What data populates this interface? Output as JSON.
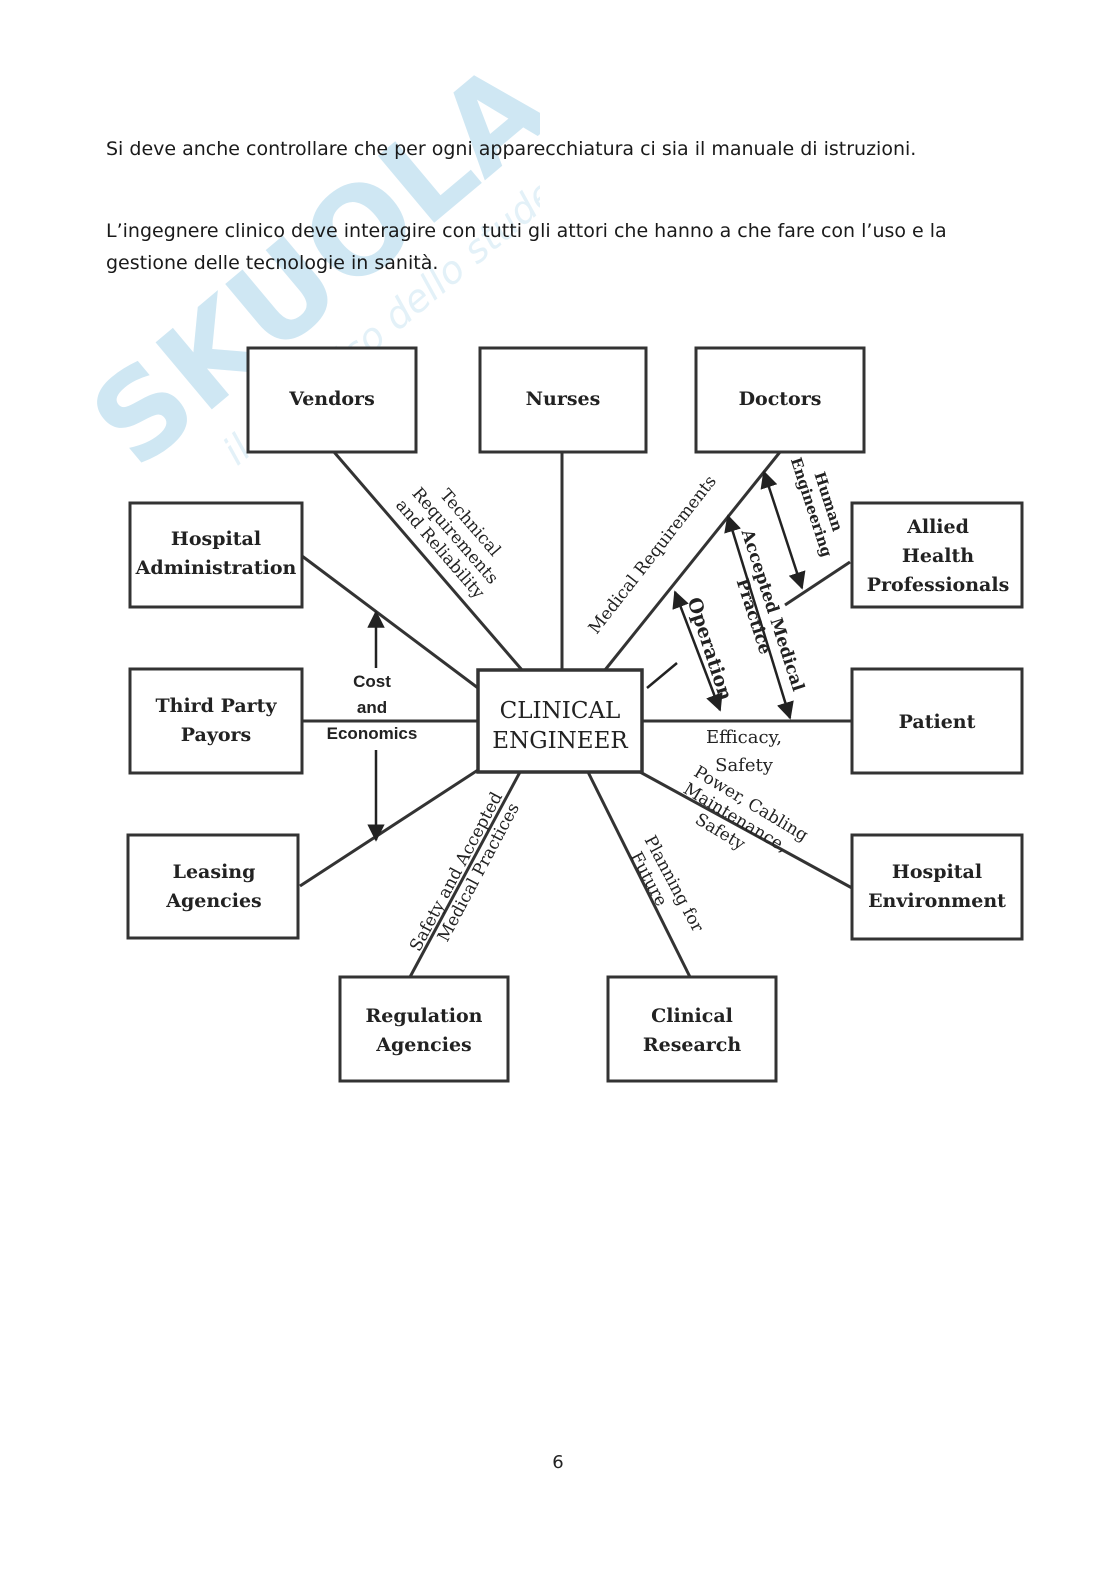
{
  "paragraphs": [
    "Si deve anche controllare che per ogni apparecchiatura ci sia il manuale di istruzioni.",
    "L’ingegnere clinico deve interagire con tutti gli attori che hanno a che fare con l’uso e la gestione delle tecnologie in sanità."
  ],
  "watermark": {
    "logo_text": "SKUOLA.net",
    "tagline": "il paradiso dello studente",
    "colors": {
      "logo": "#cfe7f3",
      "tagline": "#e3f1f8"
    }
  },
  "diagram": {
    "center": {
      "line1": "CLINICAL",
      "line2": "ENGINEER"
    },
    "boxes": {
      "vendors": [
        "Vendors"
      ],
      "nurses": [
        "Nurses"
      ],
      "doctors": [
        "Doctors"
      ],
      "hospital_admin": [
        "Hospital",
        "Administration"
      ],
      "allied_health": [
        "Allied",
        "Health",
        "Professionals"
      ],
      "third_party": [
        "Third Party",
        "Payors"
      ],
      "patient": [
        "Patient"
      ],
      "leasing": [
        "Leasing",
        "Agencies"
      ],
      "hospital_env": [
        "Hospital",
        "Environment"
      ],
      "regulation": [
        "Regulation",
        "Agencies"
      ],
      "clinical_research": [
        "Clinical",
        "Research"
      ]
    },
    "edge_labels": {
      "technical": [
        "Technical",
        "Requirements",
        "and Reliability"
      ],
      "medical_requirements": "Medical Requirements",
      "human_engineering": [
        "Human",
        "Engineering"
      ],
      "accepted_medical": [
        "Accepted Medical",
        "Practice"
      ],
      "operation": "Operation",
      "cost": [
        "Cost",
        "and",
        "Economics"
      ],
      "efficacy": [
        "Efficacy,",
        "Safety"
      ],
      "power": [
        "Power, Cabling",
        "Maintenance,",
        "Safety"
      ],
      "safety_practices": [
        "Safety and Accepted",
        "Medical Practices"
      ],
      "planning": [
        "Planning for",
        "Future"
      ]
    }
  },
  "page_number": "6"
}
